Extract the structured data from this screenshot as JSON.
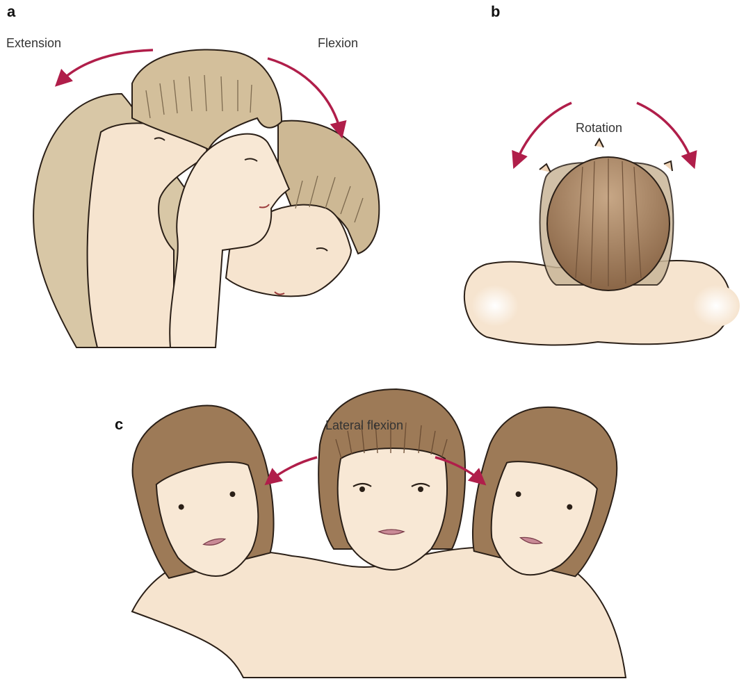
{
  "panels": {
    "a": {
      "letter": "a",
      "labels": {
        "extension": "Extension",
        "flexion": "Flexion"
      }
    },
    "b": {
      "letter": "b",
      "labels": {
        "rotation": "Rotation"
      }
    },
    "c": {
      "letter": "c",
      "labels": {
        "lateral_flexion": "Lateral flexion"
      }
    }
  },
  "colors": {
    "arrow": "#b01e4a",
    "skin": "#f6e4cf",
    "skin_shade": "#efd3b5",
    "hair_light": "#cbb58f",
    "hair_brown": "#9a7653",
    "outline": "#2a1f17"
  }
}
